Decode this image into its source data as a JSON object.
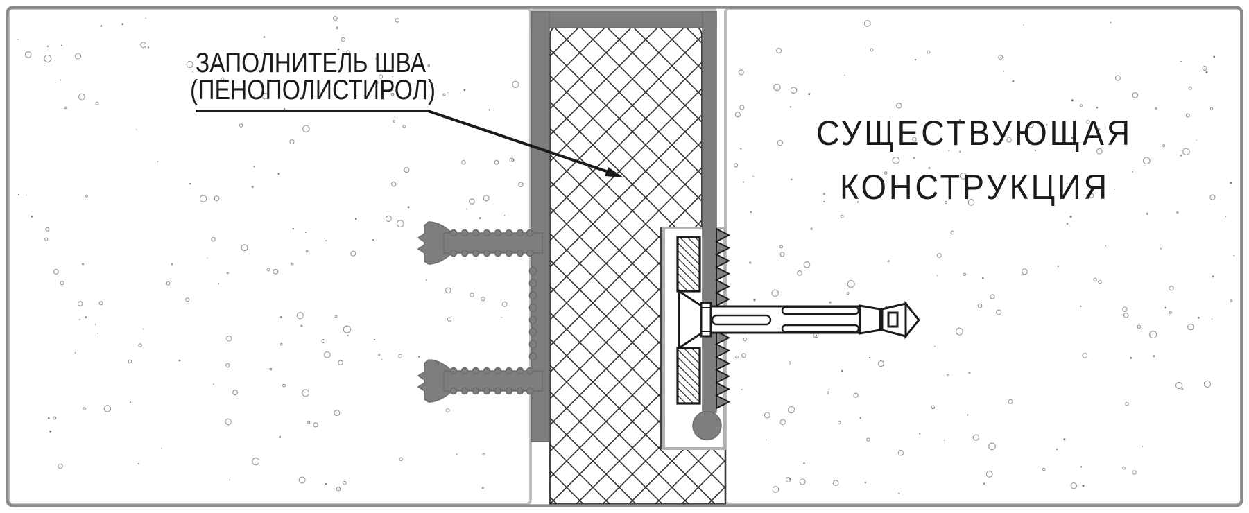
{
  "labels": {
    "joint_filler_line1": "ЗАПОЛНИТЕЛЬ ШВА",
    "joint_filler_line2": "(ПЕНОПОЛИСТИРОЛ)",
    "existing_structure_line1": "СУЩЕСТВУЮЩАЯ",
    "existing_structure_line2": "КОНСТРУКЦИЯ"
  },
  "colors": {
    "background": "#ffffff",
    "outline": "#1b1b1b",
    "text": "#1b1b1b",
    "profile_gray": "#7e7e7e",
    "profile_edge": "#6c6c6c",
    "light_gray": "#b2b2b2",
    "top_edge_gray": "#bdbdbd",
    "border_gray": "#8a8a8a",
    "hatch_line": "#2e2e2e",
    "speckle_gray": "#949494"
  }
}
